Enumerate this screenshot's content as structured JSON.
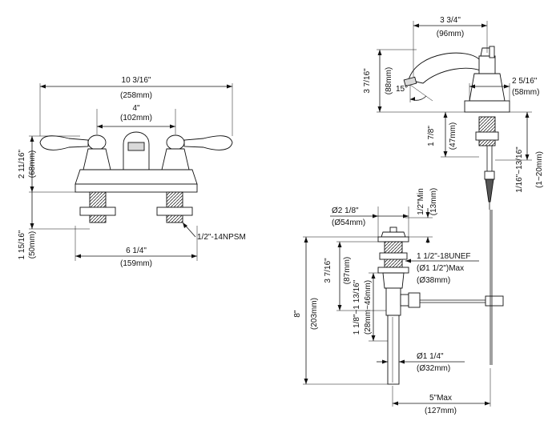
{
  "front_view": {
    "overall_width": "10 3/16\"",
    "overall_width_mm": "(258mm)",
    "center_spacing": "4\"",
    "center_spacing_mm": "(102mm)",
    "handle_height": "2 11/16\"",
    "handle_height_mm": "(68mm)",
    "shank_length": "1 15/16\"",
    "shank_length_mm": "(50mm)",
    "base_width": "6 1/4\"",
    "base_width_mm": "(159mm)",
    "thread_label": "1/2\"-14NPSM"
  },
  "side_view": {
    "spout_reach": "3 3/4\"",
    "spout_reach_mm": "(96mm)",
    "spout_height": "3 7/16\"",
    "spout_height_mm": "(88mm)",
    "spout_angle": "15°",
    "base_length": "2 5/16\"",
    "base_length_mm": "(58mm)",
    "deck_to_spout": "1 7/8\"",
    "deck_to_spout_mm": "(47mm)",
    "deck_thickness": "1/16\"~13/16\"",
    "deck_thickness_mm": "(1~20mm)"
  },
  "drain_view": {
    "min_clearance": "1/2\"Min",
    "min_clearance_mm": "(13mm)",
    "flange_diameter": "Ø2 1/8\"",
    "flange_diameter_mm": "(Ø54mm)",
    "tail_thread": "1 1/2\"-18UNEF",
    "tail_diameter": "(Ø1 1/2\")Max",
    "tail_diameter_mm": "(Ø38mm)",
    "body_height": "3 7/16\"",
    "body_height_mm": "(87mm)",
    "adjust_range": "1 1/8\"~1 13/16\"",
    "adjust_range_mm": "(28mm~46mm)",
    "total_height": "8\"",
    "total_height_mm": "(203mm)",
    "tailpiece_diameter": "Ø1 1/4\"",
    "tailpiece_diameter_mm": "(Ø32mm)",
    "lift_rod_offset": "5\"Max",
    "lift_rod_offset_mm": "(127mm)"
  }
}
